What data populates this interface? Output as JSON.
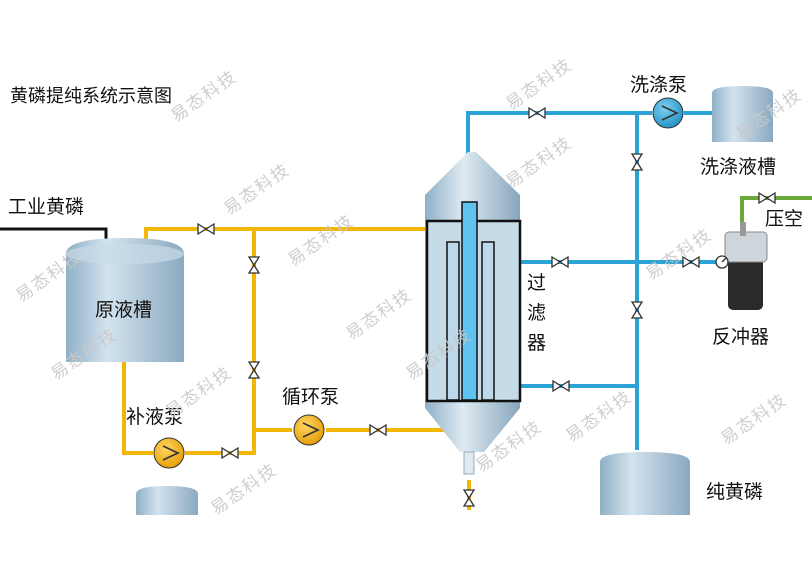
{
  "title": "黄磷提纯系统示意图",
  "labels": {
    "industrial_input": "工业黄磷",
    "raw_tank": "原液槽",
    "makeup_pump": "补液泵",
    "circulation_pump": "循环泵",
    "wash_pump": "洗涤泵",
    "wash_tank": "洗涤液槽",
    "compressed_air": "压空",
    "filter": "过滤器",
    "backflush": "反冲器",
    "pure_product": "纯黄磷"
  },
  "watermark": "易态科技",
  "colors": {
    "yellow_pipe": "#f2b705",
    "blue_pipe": "#2aa3d6",
    "green_pipe": "#6aa83a",
    "pump": "#f5b400",
    "tank_body": "#a9c4d6"
  }
}
